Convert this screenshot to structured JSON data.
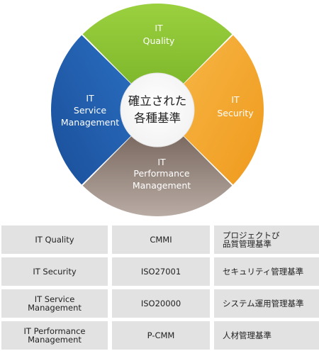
{
  "diagram": {
    "center_text": [
      "確立された",
      "各種基準"
    ],
    "segments": [
      {
        "id": "quality",
        "lines": [
          "IT",
          "Quality"
        ],
        "color": "#8cc63f"
      },
      {
        "id": "security",
        "lines": [
          "IT",
          "Security"
        ],
        "color": "#f6a623"
      },
      {
        "id": "performance",
        "lines": [
          "IT",
          "Performance",
          "Management"
        ],
        "color": "#6e5d55"
      },
      {
        "id": "service",
        "lines": [
          "IT",
          "Service",
          "Management"
        ],
        "color": "#1f5bab"
      }
    ]
  },
  "table": {
    "rows": [
      {
        "domain": "IT Quality",
        "standard": "CMMI",
        "description": "プロジェクトび\n品質管理基準"
      },
      {
        "domain": "IT Security",
        "standard": "ISO27001",
        "description": "セキュリティ管理基準"
      },
      {
        "domain": "IT Service\nManagement",
        "standard": "ISO20000",
        "description": "システム運用管理基準"
      },
      {
        "domain": "IT Performance\nManagement",
        "standard": "P-CMM",
        "description": "人材管理基準"
      }
    ]
  }
}
